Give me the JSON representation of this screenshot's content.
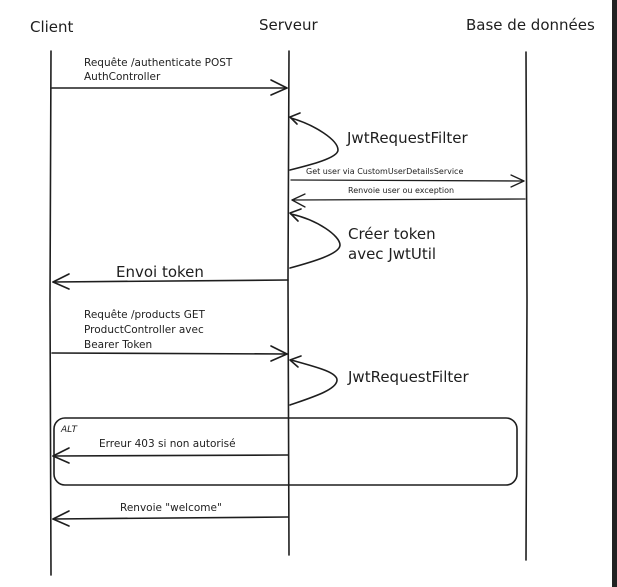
{
  "participants": {
    "client": "Client",
    "serveur": "Serveur",
    "bdd": "Base de données"
  },
  "messages": {
    "auth_request_line1": "Requête /authenticate POST",
    "auth_request_line2": "AuthController",
    "filter_1": "JwtRequestFilter",
    "get_user": "Get user via CustomUserDetailsService",
    "return_user": "Renvoie user ou exception",
    "create_token_line1": "Créer token",
    "create_token_line2": "avec JwtUtil",
    "send_token": "Envoi token",
    "products_request_line1": "Requête /products GET",
    "products_request_line2": "ProductController avec",
    "products_request_line3": "Bearer Token",
    "filter_2": "JwtRequestFilter",
    "alt_label": "ALT",
    "error_403": "Erreur 403 si non autorisé",
    "welcome": "Renvoie \"welcome\""
  }
}
